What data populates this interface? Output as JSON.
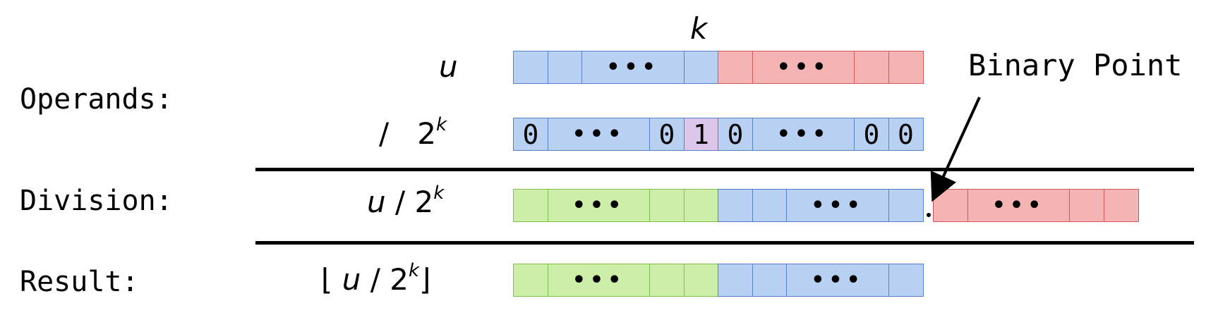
{
  "labels": {
    "operands": "Operands:",
    "division": "Division:",
    "result": "Result:"
  },
  "expressions": {
    "u": "u",
    "div_slash": "/",
    "two": "2",
    "k": "k",
    "u_div": "u",
    "slash": "/",
    "two_b": "2",
    "k_b": "k",
    "floor_left": "⌊",
    "u_res": "u",
    "slash_res": "/",
    "two_res": "2",
    "k_res": "k",
    "floor_right": "⌋"
  },
  "k_label": "k",
  "binary_point_label": "Binary Point",
  "bits": {
    "divisor": [
      "0",
      "•••",
      "0",
      "1",
      "0",
      "•••",
      "0",
      "0"
    ],
    "dots": "•••"
  },
  "colors": {
    "integer_part": "#b8d0f2",
    "fraction_part": "#f5b4b4",
    "sign_extension": "#cdeea8",
    "one_bit": "#dcc6ea"
  }
}
